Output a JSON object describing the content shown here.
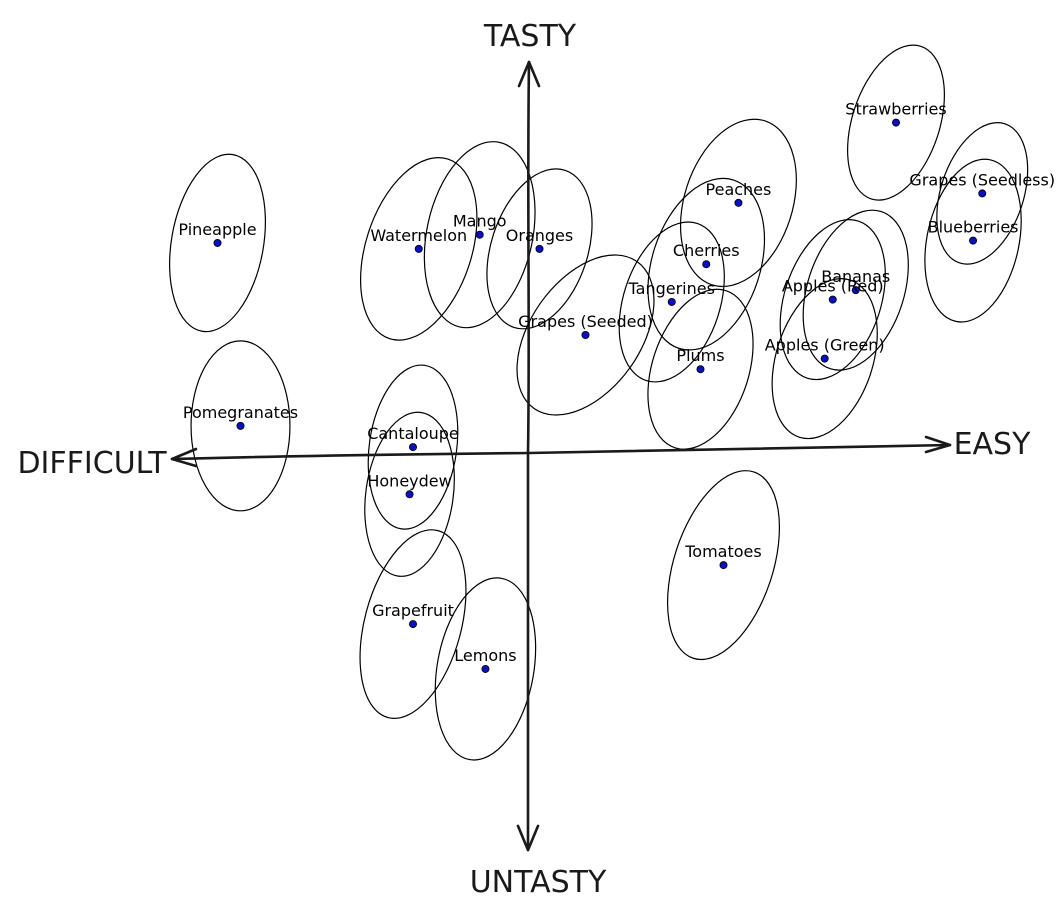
{
  "chart_data": {
    "type": "scatter",
    "title": "",
    "axes": {
      "x_positive_label": "EASY",
      "x_negative_label": "DIFFICULT",
      "y_positive_label": "TASTY",
      "y_negative_label": "UNTASTY",
      "xlim": [
        -3.5,
        4.3
      ],
      "ylim": [
        -3.5,
        3.3
      ]
    },
    "grid": false,
    "colors": {
      "point": "#0a10c0",
      "ellipse": "#000000",
      "axis": "#1a1a1a"
    },
    "points": [
      {
        "label": "Strawberries",
        "x": 3.2,
        "y": 2.8,
        "rx": 0.38,
        "ry": 0.68,
        "rot": 18
      },
      {
        "label": "Grapes (Seedless)",
        "x": 3.95,
        "y": 2.2,
        "rx": 0.36,
        "ry": 0.62,
        "rot": 18
      },
      {
        "label": "Blueberries",
        "x": 3.87,
        "y": 1.8,
        "rx": 0.4,
        "ry": 0.7,
        "rot": 12
      },
      {
        "label": "Peaches",
        "x": 1.83,
        "y": 2.12,
        "rx": 0.47,
        "ry": 0.73,
        "rot": 18
      },
      {
        "label": "Cherries",
        "x": 1.55,
        "y": 1.6,
        "rx": 0.47,
        "ry": 0.75,
        "rot": 18
      },
      {
        "label": "Bananas",
        "x": 2.85,
        "y": 1.38,
        "rx": 0.42,
        "ry": 0.7,
        "rot": 18
      },
      {
        "label": "Apples (Red)",
        "x": 2.65,
        "y": 1.3,
        "rx": 0.42,
        "ry": 0.7,
        "rot": 18
      },
      {
        "label": "Tangerines",
        "x": 1.25,
        "y": 1.28,
        "rx": 0.42,
        "ry": 0.7,
        "rot": 18
      },
      {
        "label": "Oranges",
        "x": 0.1,
        "y": 1.73,
        "rx": 0.42,
        "ry": 0.7,
        "rot": 18
      },
      {
        "label": "Mango",
        "x": -0.42,
        "y": 1.85,
        "rx": 0.46,
        "ry": 0.8,
        "rot": 12
      },
      {
        "label": "Watermelon",
        "x": -0.95,
        "y": 1.73,
        "rx": 0.46,
        "ry": 0.8,
        "rot": 18
      },
      {
        "label": "Pineapple",
        "x": -2.7,
        "y": 1.78,
        "rx": 0.4,
        "ry": 0.76,
        "rot": 10
      },
      {
        "label": "Grapes (Seeded)",
        "x": 0.5,
        "y": 1.0,
        "rx": 0.48,
        "ry": 0.76,
        "rot": 35
      },
      {
        "label": "Apples (Green)",
        "x": 2.58,
        "y": 0.8,
        "rx": 0.42,
        "ry": 0.7,
        "rot": 18
      },
      {
        "label": "Plums",
        "x": 1.5,
        "y": 0.71,
        "rx": 0.42,
        "ry": 0.7,
        "rot": 18
      },
      {
        "label": "Pomegranates",
        "x": -2.5,
        "y": 0.23,
        "rx": 0.43,
        "ry": 0.72,
        "rot": 0
      },
      {
        "label": "Cantaloupe",
        "x": -1.0,
        "y": 0.05,
        "rx": 0.38,
        "ry": 0.7,
        "rot": 8
      },
      {
        "label": "Honeydew",
        "x": -1.03,
        "y": -0.35,
        "rx": 0.38,
        "ry": 0.7,
        "rot": 8
      },
      {
        "label": "Tomatoes",
        "x": 1.7,
        "y": -0.95,
        "rx": 0.43,
        "ry": 0.83,
        "rot": 18
      },
      {
        "label": "Grapefruit",
        "x": -1.0,
        "y": -1.45,
        "rx": 0.42,
        "ry": 0.82,
        "rot": 15
      },
      {
        "label": "Lemons",
        "x": -0.37,
        "y": -1.83,
        "rx": 0.42,
        "ry": 0.78,
        "rot": 10
      }
    ]
  }
}
